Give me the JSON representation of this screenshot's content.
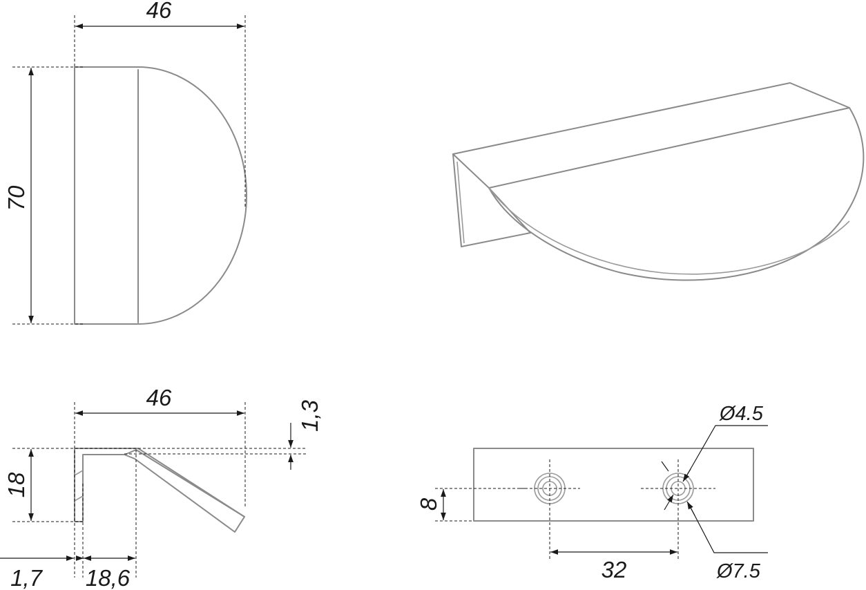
{
  "front_view": {
    "width_label": "46",
    "height_label": "70"
  },
  "side_view": {
    "width_label": "46",
    "height_label": "18",
    "thickness_label": "1,3",
    "wall_label": "1,7",
    "flange_label": "18,6"
  },
  "bottom_view": {
    "hole_spacing_label": "32",
    "edge_offset_label": "8",
    "hole_diameter_label": "Ø4.5",
    "counterbore_diameter_label": "Ø7.5"
  },
  "colors": {
    "outline": "#8a8a8a",
    "dimension": "#1a1a1a"
  }
}
